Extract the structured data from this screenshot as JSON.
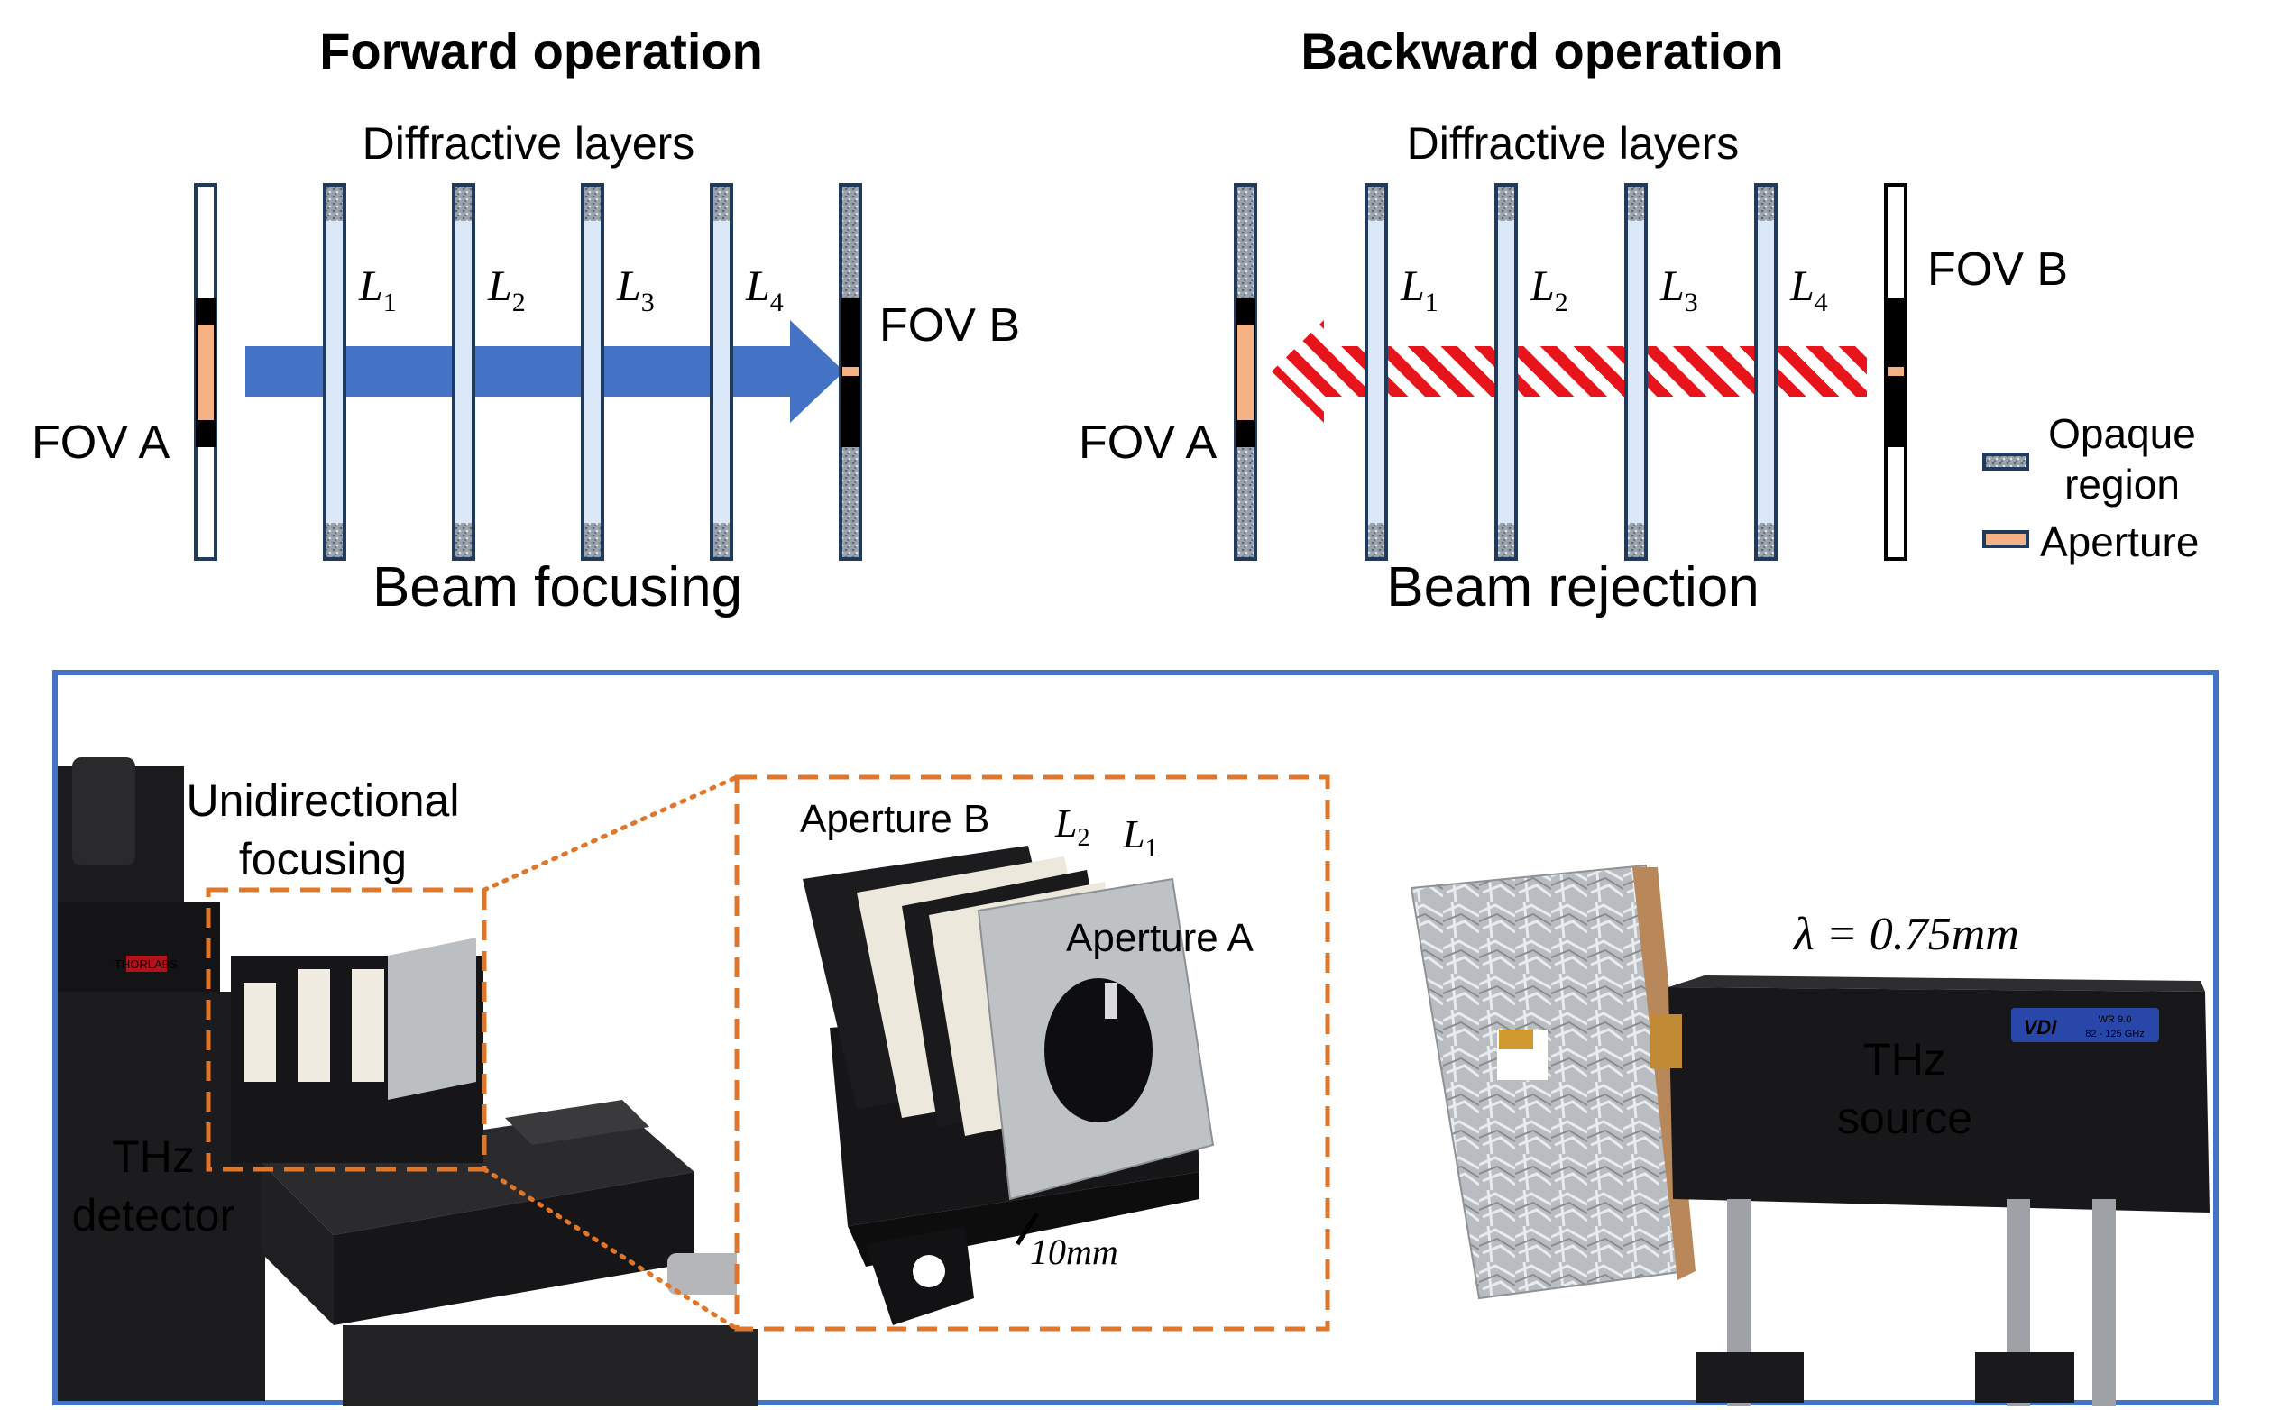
{
  "forward": {
    "title": "Forward operation",
    "layers_label": "Diffractive layers",
    "layer_names": [
      "L",
      "L",
      "L",
      "L"
    ],
    "layer_subs": [
      "1",
      "2",
      "3",
      "4"
    ],
    "fov_a": "FOV A",
    "fov_b": "FOV B",
    "caption": "Beam focusing"
  },
  "backward": {
    "title": "Backward operation",
    "layers_label": "Diffractive layers",
    "layer_names": [
      "L",
      "L",
      "L",
      "L"
    ],
    "layer_subs": [
      "1",
      "2",
      "3",
      "4"
    ],
    "fov_a": "FOV A",
    "fov_b": "FOV B",
    "caption": "Beam rejection"
  },
  "legend": {
    "opaque_line1": "Opaque",
    "opaque_line2": "region",
    "aperture": "Aperture"
  },
  "photo": {
    "unidirectional_line1": "Unidirectional",
    "unidirectional_line2": "focusing",
    "thz_detector_line1": "THz",
    "thz_detector_line2": "detector",
    "aperture_b": "Aperture B",
    "inset_l2": "L",
    "inset_l2_sub": "2",
    "inset_l1": "L",
    "inset_l1_sub": "1",
    "aperture_a": "Aperture A",
    "scale_bar": "10mm",
    "wavelength": "λ = 0.75mm",
    "thz_source_line1": "THz",
    "thz_source_line2": "source",
    "thorlabs_tag": "THORLABS",
    "vdi_tag": "VDI",
    "vdi_band": "WR 9.0",
    "vdi_range": "82 - 125 GHz"
  },
  "colors": {
    "forward_arrow": "#4472c4",
    "backward_arrow": "#e8141c",
    "focusing_text": "#4472c4",
    "rejection_text": "#e8141c",
    "aperture": "#f4b183",
    "layer_fill": "#dae8f7",
    "layer_stroke": "#1f3a5a",
    "photo_frame": "#4472c4",
    "inset_dash": "#e0762a"
  }
}
